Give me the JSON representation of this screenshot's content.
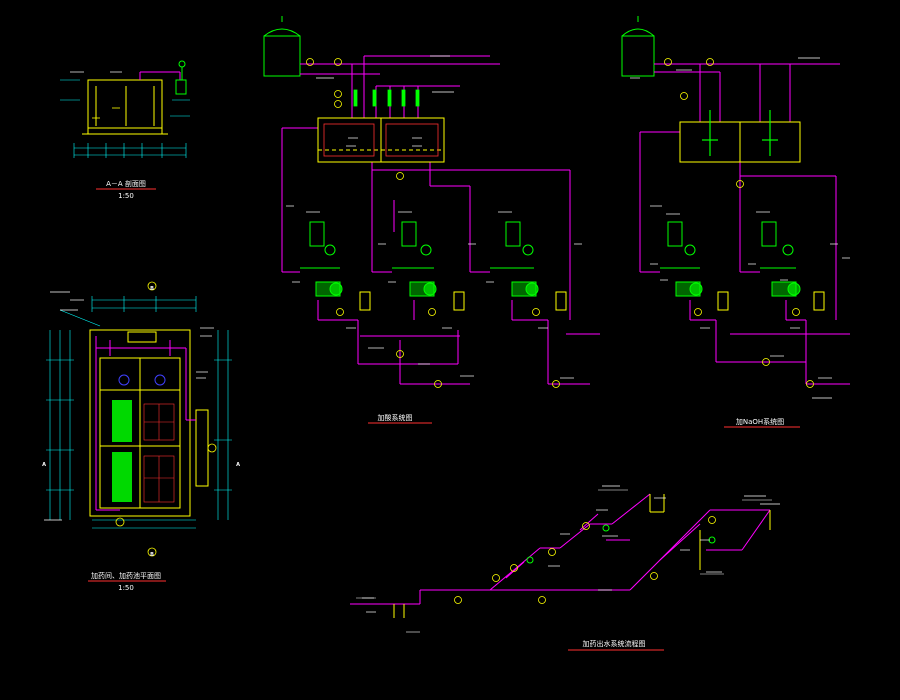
{
  "colors": {
    "background": "#000000",
    "pipe_magenta": "#ff00ff",
    "equipment_green": "#00ff00",
    "structure_yellow": "#ffff00",
    "dimension_cyan": "#00ffff",
    "annotation_white": "#ffffff",
    "title_red": "#ff3030",
    "pipe_blue": "#4040ff"
  },
  "section_view": {
    "title": "A－A 剖面图",
    "scale": "1:50"
  },
  "plan_view": {
    "title": "加药间、加药池平面图",
    "scale": "1:50",
    "section_marks": [
      "A",
      "A",
      "B",
      "B"
    ]
  },
  "system_acid": {
    "title": "加酸系统图"
  },
  "system_naoh": {
    "title": "加NaOH系统图"
  },
  "system_flow": {
    "title": "加药出水系统流程图"
  }
}
